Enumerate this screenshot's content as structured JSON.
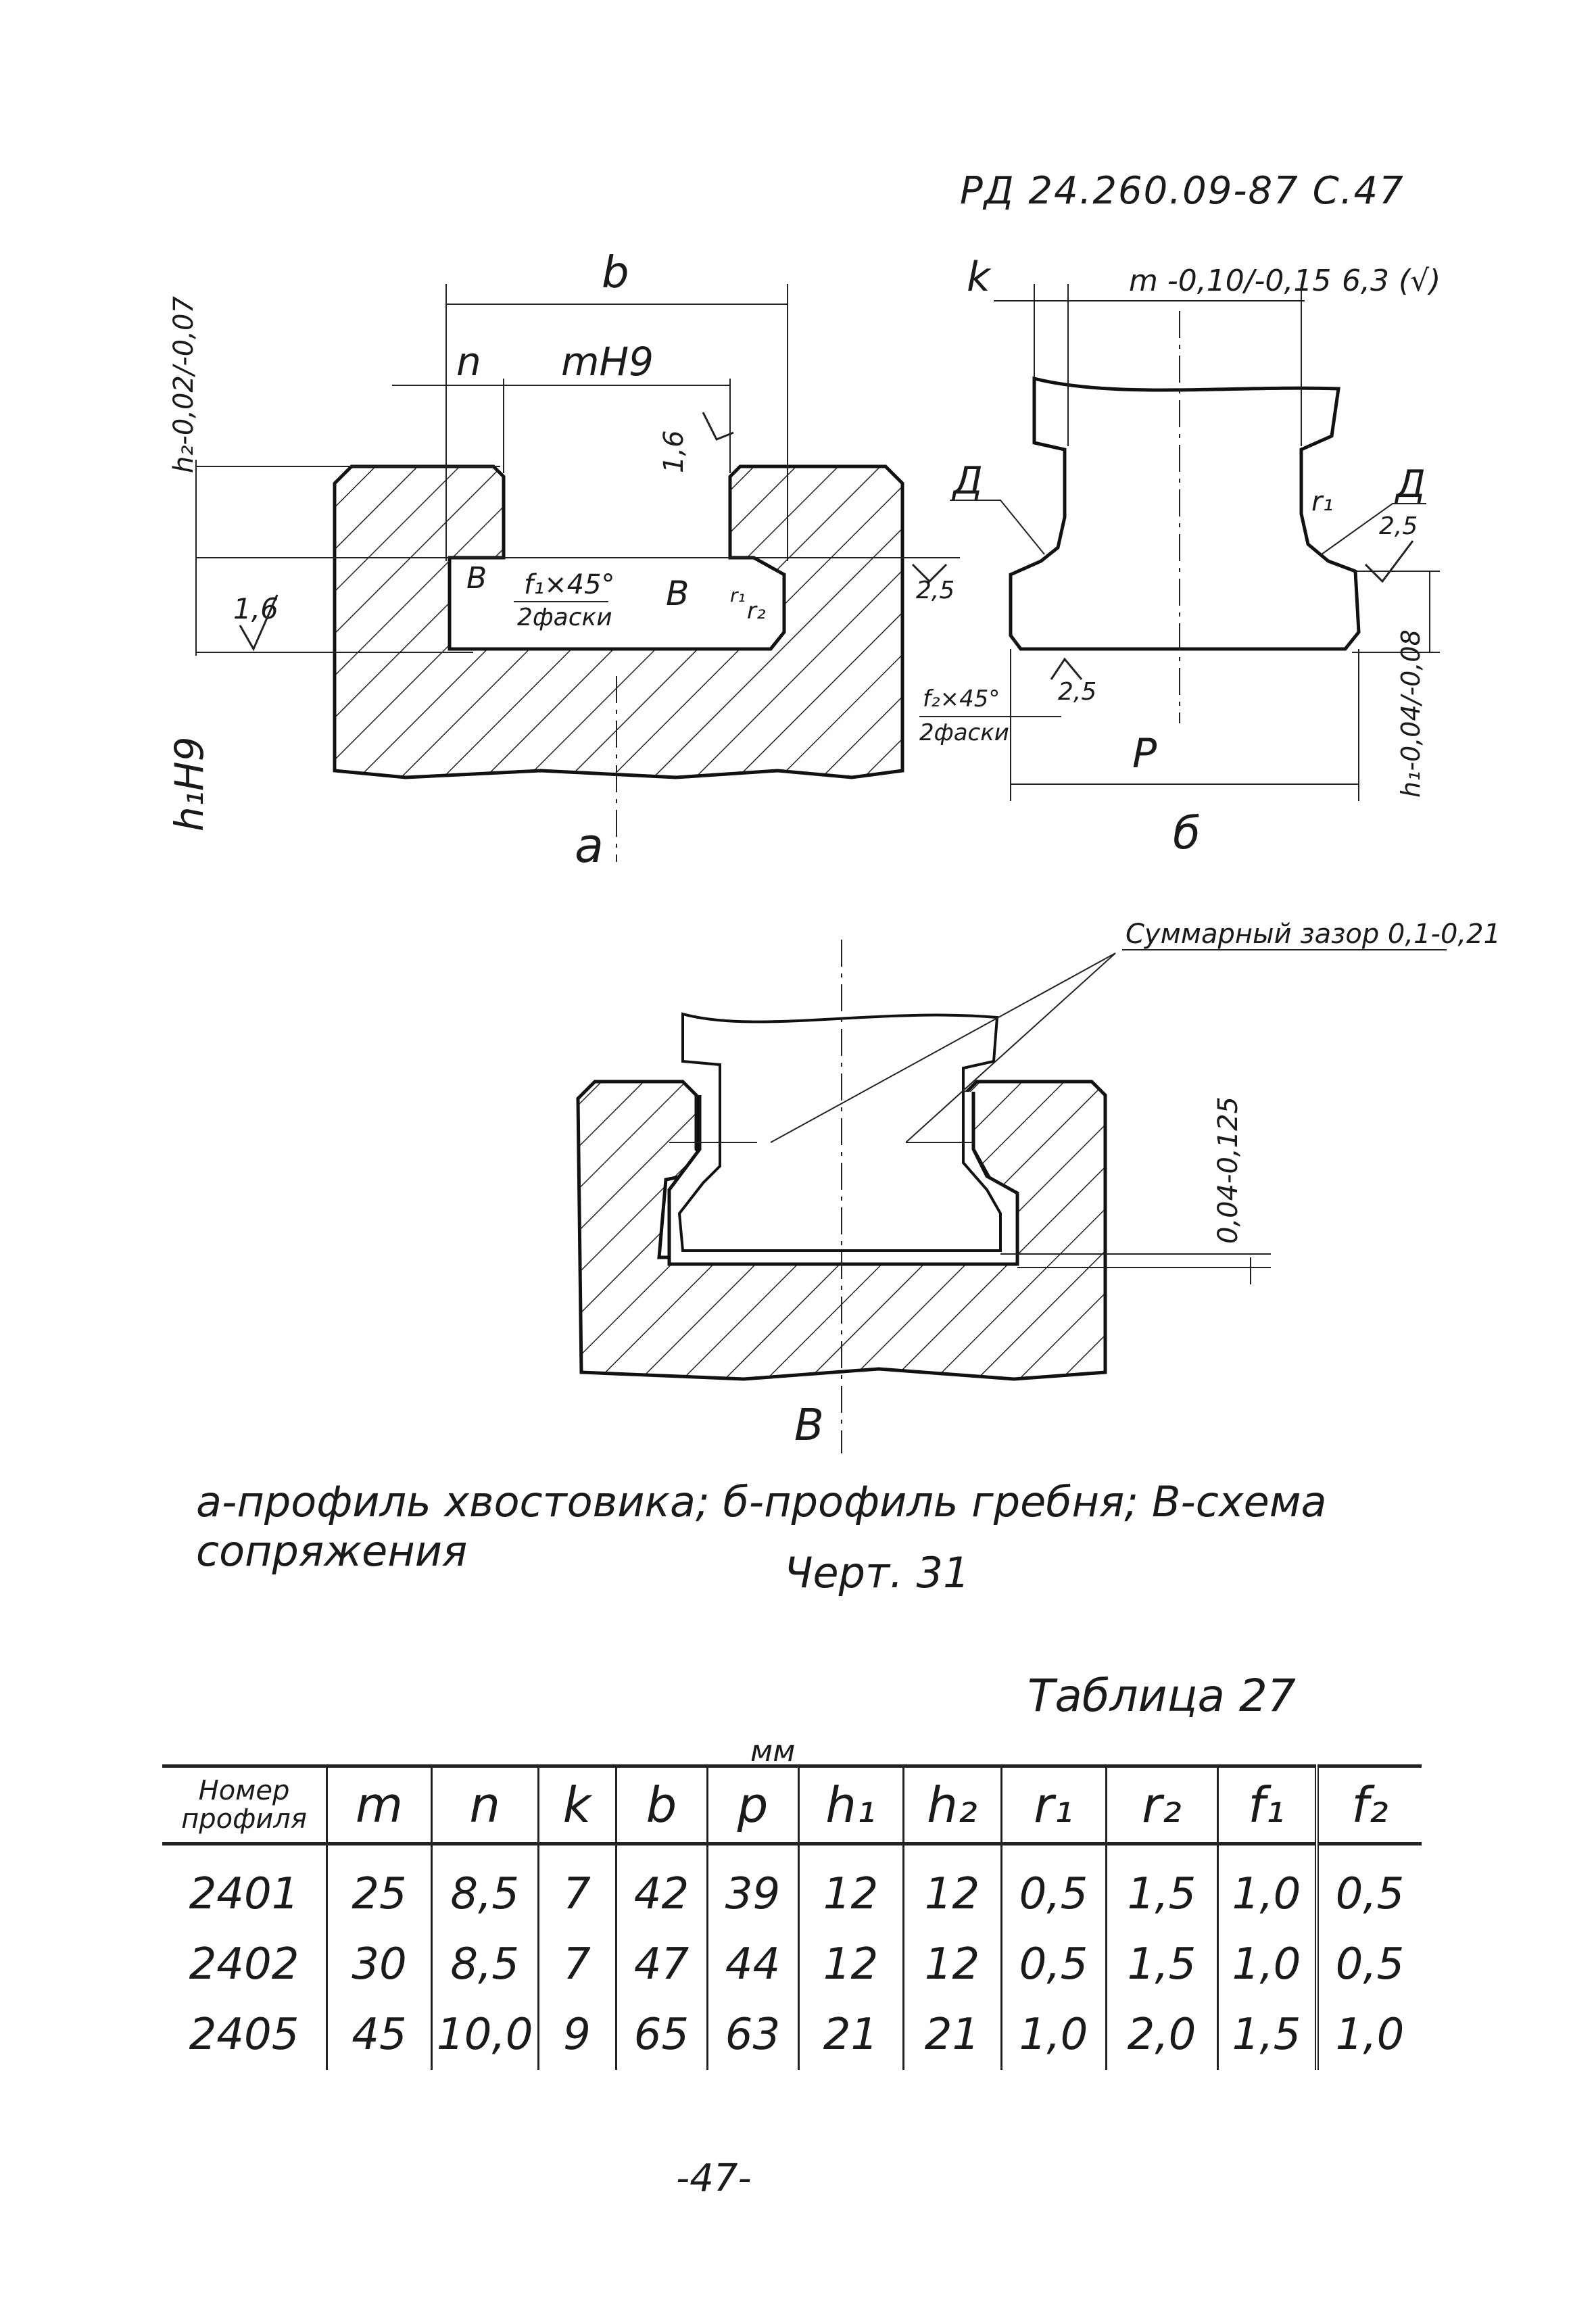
{
  "header": {
    "doc_ref": "РД 24.260.09-87   С.47"
  },
  "figure": {
    "view_a": {
      "label": "a",
      "dim_b": "b",
      "dim_n": "n",
      "dim_mH9": "mH9",
      "dim_h2": "h₂-0,02/-0,07",
      "dim_h1H9": "h₁H9",
      "rough_16a": "1,6",
      "rough_16b": "1,6",
      "rough_25": "2,5",
      "chamfer": "f₁×45°",
      "chamfer_note": "2фаски",
      "detail_b1": "В",
      "detail_b2": "В",
      "r1": "r₁",
      "r2": "r₂"
    },
    "view_b": {
      "label": "б",
      "dim_k": "k",
      "dim_m": "m -0,10/-0,15",
      "rough_general": "6,3 (√)",
      "detail_d1": "Д",
      "detail_d2": "Д",
      "r1": "r₁",
      "rough_25a": "2,5",
      "rough_25b": "2,5",
      "chamfer": "f₂×45°",
      "chamfer_note": "2фаски",
      "dim_p": "P",
      "dim_h1": "h₁-0,04/-0,08"
    },
    "view_c": {
      "label": "В",
      "gap_note": "Суммарный зазор 0,1-0,21",
      "dim_vertical": "0,04-0,125"
    },
    "caption": "а-профиль хвостовика; б-профиль гребня; В-схема сопряжения",
    "figure_no": "Черт. 31"
  },
  "table": {
    "title": "Таблица 27",
    "units": "мм",
    "headers": [
      "Номер профиля",
      "m",
      "n",
      "k",
      "b",
      "p",
      "h₁",
      "h₂",
      "r₁",
      "r₂",
      "f₁",
      "f₂"
    ],
    "rows": [
      [
        "2401",
        "25",
        "8,5",
        "7",
        "42",
        "39",
        "12",
        "12",
        "0,5",
        "1,5",
        "1,0",
        "0,5"
      ],
      [
        "2402",
        "30",
        "8,5",
        "7",
        "47",
        "44",
        "12",
        "12",
        "0,5",
        "1,5",
        "1,0",
        "0,5"
      ],
      [
        "2405",
        "45",
        "10,0",
        "9",
        "65",
        "63",
        "21",
        "21",
        "1,0",
        "2,0",
        "1,5",
        "1,0"
      ]
    ]
  },
  "page_number": "-47-"
}
